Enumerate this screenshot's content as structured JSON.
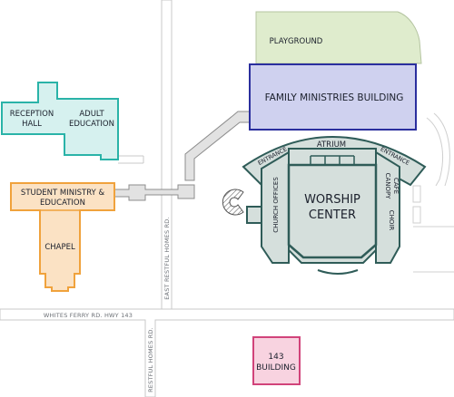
{
  "buildings": {
    "playground": "PLAYGROUND",
    "family_ministries": "FAMILY MINISTRIES BUILDING",
    "reception_hall": [
      "RECEPTION",
      "HALL"
    ],
    "adult_education": [
      "ADULT",
      "EDUCATION"
    ],
    "student_ministry": [
      "STUDENT MINISTRY &",
      "EDUCATION"
    ],
    "chapel": "CHAPEL",
    "atrium": "ATRIUM",
    "entrance_left": "ENTRANCE",
    "entrance_right": "ENTRANCE",
    "worship_center": [
      "WORSHIP",
      "CENTER"
    ],
    "church_offices": "CHURCH OFFICES",
    "canopy_cafe": [
      "CANOPY",
      "CAFE"
    ],
    "choir": "CHOIR",
    "building_143": [
      "143",
      "BUILDING"
    ]
  },
  "roads": {
    "whites_ferry": "WHITES FERRY RD. HWY 143",
    "east_restful_homes": "EAST RESTFUL HOMES RD.",
    "restful_homes": "RESTFUL HOMES RD."
  },
  "colors": {
    "playground": "#dfeccd",
    "family_ministries_fill": "#cfd1ef",
    "family_ministries_stroke": "#2b2f9e",
    "teal_fill": "#d6f1ef",
    "teal_stroke": "#2ab3a8",
    "orange_fill": "#fbe2c4",
    "orange_stroke": "#f0a23c",
    "worship_fill": "#d5dfdc",
    "worship_stroke": "#2f5c58",
    "pink_fill": "#f8d3e0",
    "pink_stroke": "#d1437a",
    "walkway_fill": "#e2e2e2",
    "walkway_stroke": "#8d8d8d"
  }
}
